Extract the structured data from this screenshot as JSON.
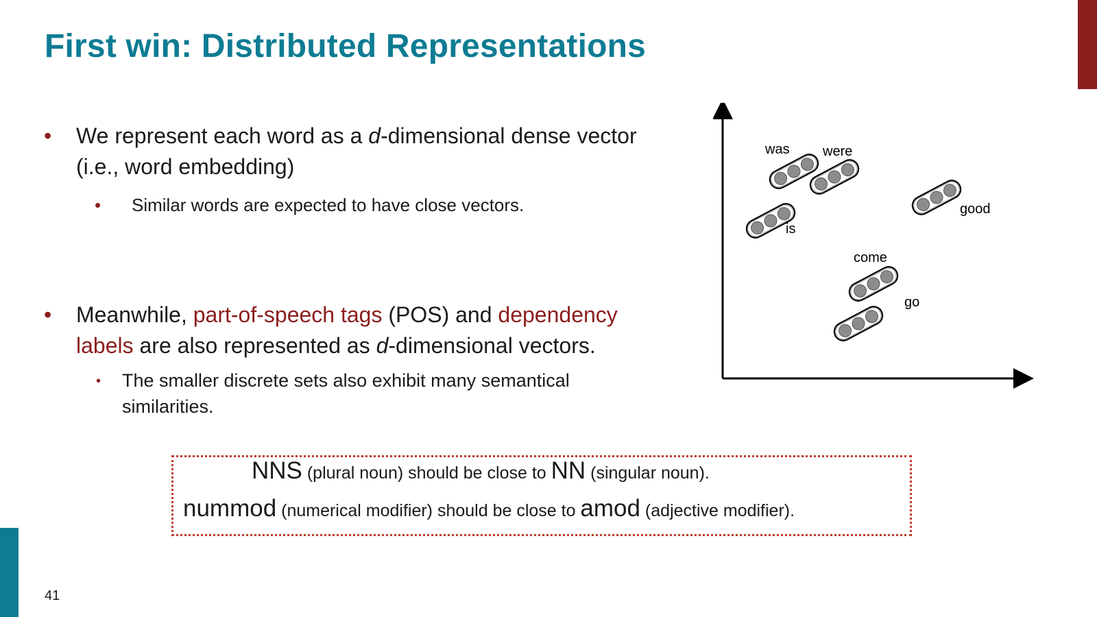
{
  "title": "First win: Distributed Representations",
  "bullets": {
    "b1": {
      "pre": "We represent each word as a ",
      "italic": "d",
      "post": "-dimensional dense vector",
      "line2": "(i.e., word embedding)",
      "sub": "Similar words are expected to have close vectors."
    },
    "b2": {
      "pre": "Meanwhile, ",
      "red1": "part-of-speech tags",
      "mid": " (POS) and ",
      "red2": "dependency",
      "red3": "labels",
      "post_pre": " are also represented as ",
      "italic": "d",
      "post": "-dimensional vectors.",
      "sub_line1": "The smaller discrete sets also exhibit many semantical",
      "sub_line2": "similarities."
    }
  },
  "plot_words": {
    "was": "was",
    "were": "were",
    "is": "is",
    "good": "good",
    "come": "come",
    "go": "go"
  },
  "callout": {
    "line1": {
      "big1": "NNS",
      "mid1": " (plural noun) should be close to ",
      "big2": "NN",
      "mid2": " (singular noun)."
    },
    "line2": {
      "big1": "nummod",
      "mid1": " (numerical modifier) should be close to ",
      "big2": "amod",
      "mid2": " (adjective modifier)."
    }
  },
  "page_number": "41",
  "colors": {
    "title": "#0e7c93",
    "accent_red": "#8b1d1d",
    "dotted_border": "#c0392b"
  }
}
